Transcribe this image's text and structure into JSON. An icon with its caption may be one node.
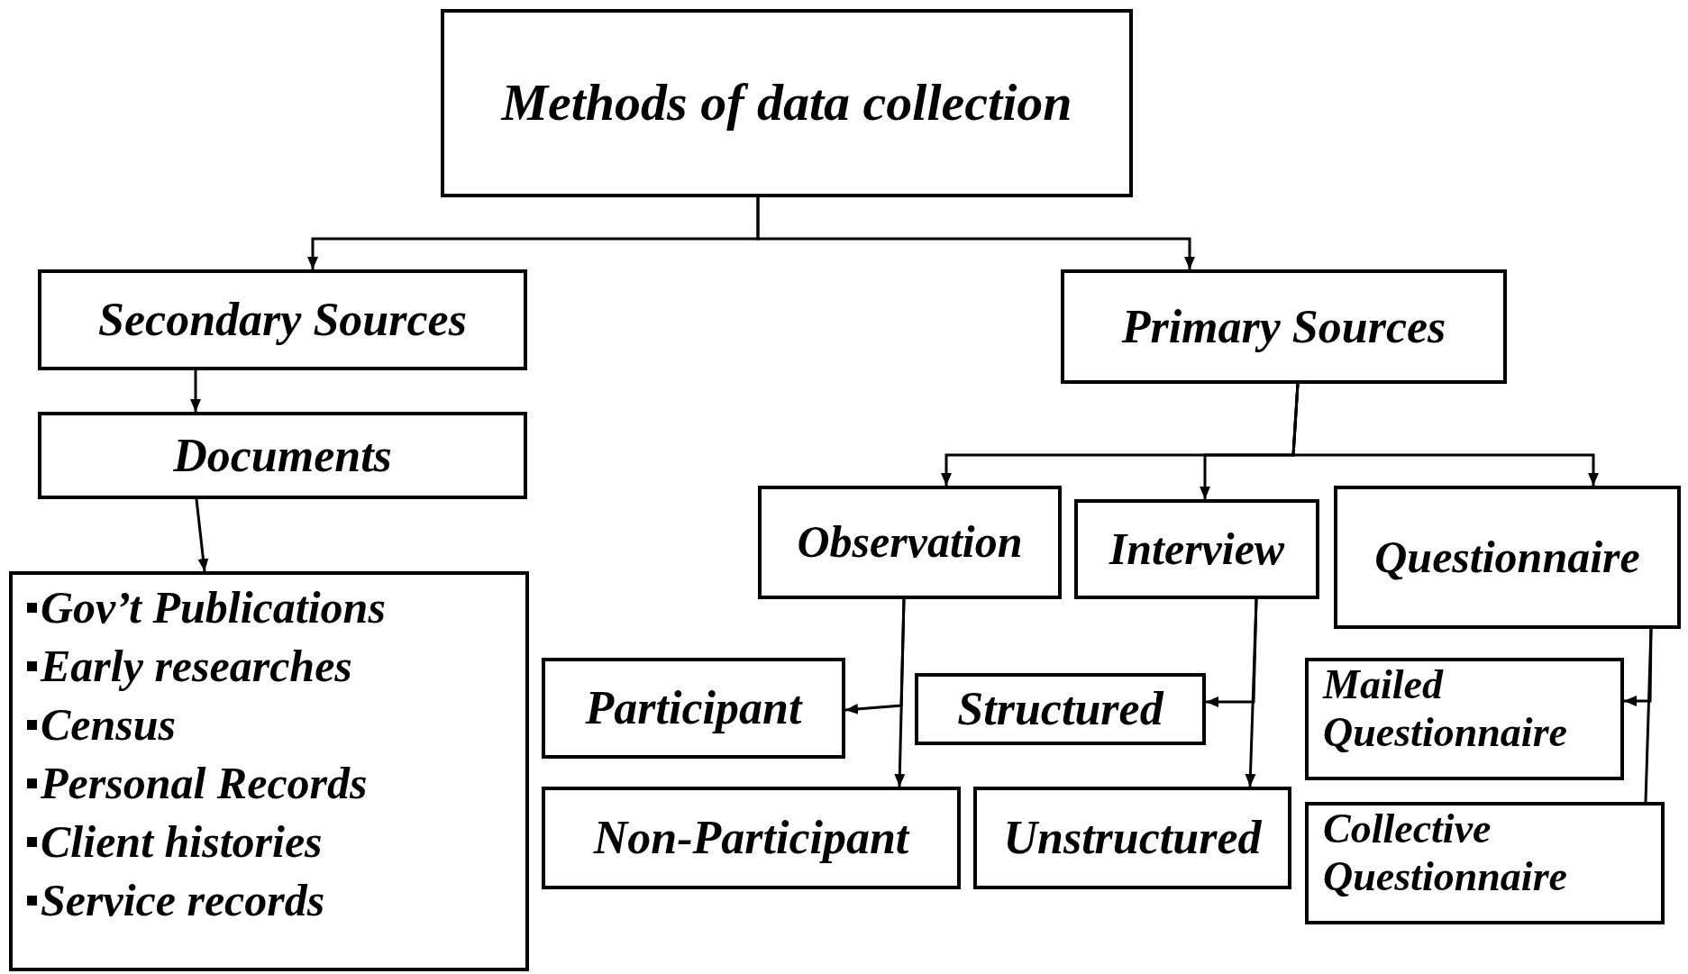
{
  "diagram": {
    "nodes": [
      {
        "text": [
          "Methods of data collection"
        ]
      },
      {
        "text": [
          "Secondary Sources"
        ]
      },
      {
        "text": [
          "Primary Sources"
        ]
      },
      {
        "text": [
          "Documents"
        ]
      },
      {
        "text": [
          "Gov’t Publications",
          "Early researches",
          "Census",
          "Personal Records",
          "Client histories",
          "Service records"
        ]
      },
      {
        "text": [
          "Observation"
        ]
      },
      {
        "text": [
          "Interview"
        ]
      },
      {
        "text": [
          "Questionnaire"
        ]
      },
      {
        "text": [
          "Participant"
        ]
      },
      {
        "text": [
          "Structured"
        ]
      },
      {
        "text": [
          "Non-Participant"
        ]
      },
      {
        "text": [
          "Unstructured"
        ]
      },
      {
        "text": [
          "Mailed Questionnaire"
        ]
      },
      {
        "text": [
          "Collective Questionnaire"
        ]
      }
    ],
    "edges": [
      {
        "from": 0,
        "to": 1,
        "arrow": "to"
      },
      {
        "from": 0,
        "to": 2,
        "arrow": "to"
      },
      {
        "from": 1,
        "to": 3,
        "arrow": "to"
      },
      {
        "from": 3,
        "to": 4,
        "arrow": "to"
      },
      {
        "from": 2,
        "to": 5,
        "arrow": "to"
      },
      {
        "from": 2,
        "to": 6,
        "arrow": "to"
      },
      {
        "from": 2,
        "to": 7,
        "arrow": "to"
      },
      {
        "from": 5,
        "to": 8,
        "arrow": "to"
      },
      {
        "from": 5,
        "to": 10,
        "arrow": "to"
      },
      {
        "from": 6,
        "to": 9,
        "arrow": "to"
      },
      {
        "from": 6,
        "to": 11,
        "arrow": "to"
      },
      {
        "from": 7,
        "to": 12,
        "arrow": "to"
      },
      {
        "from": 7,
        "to": 13,
        "arrow": "none"
      }
    ]
  }
}
